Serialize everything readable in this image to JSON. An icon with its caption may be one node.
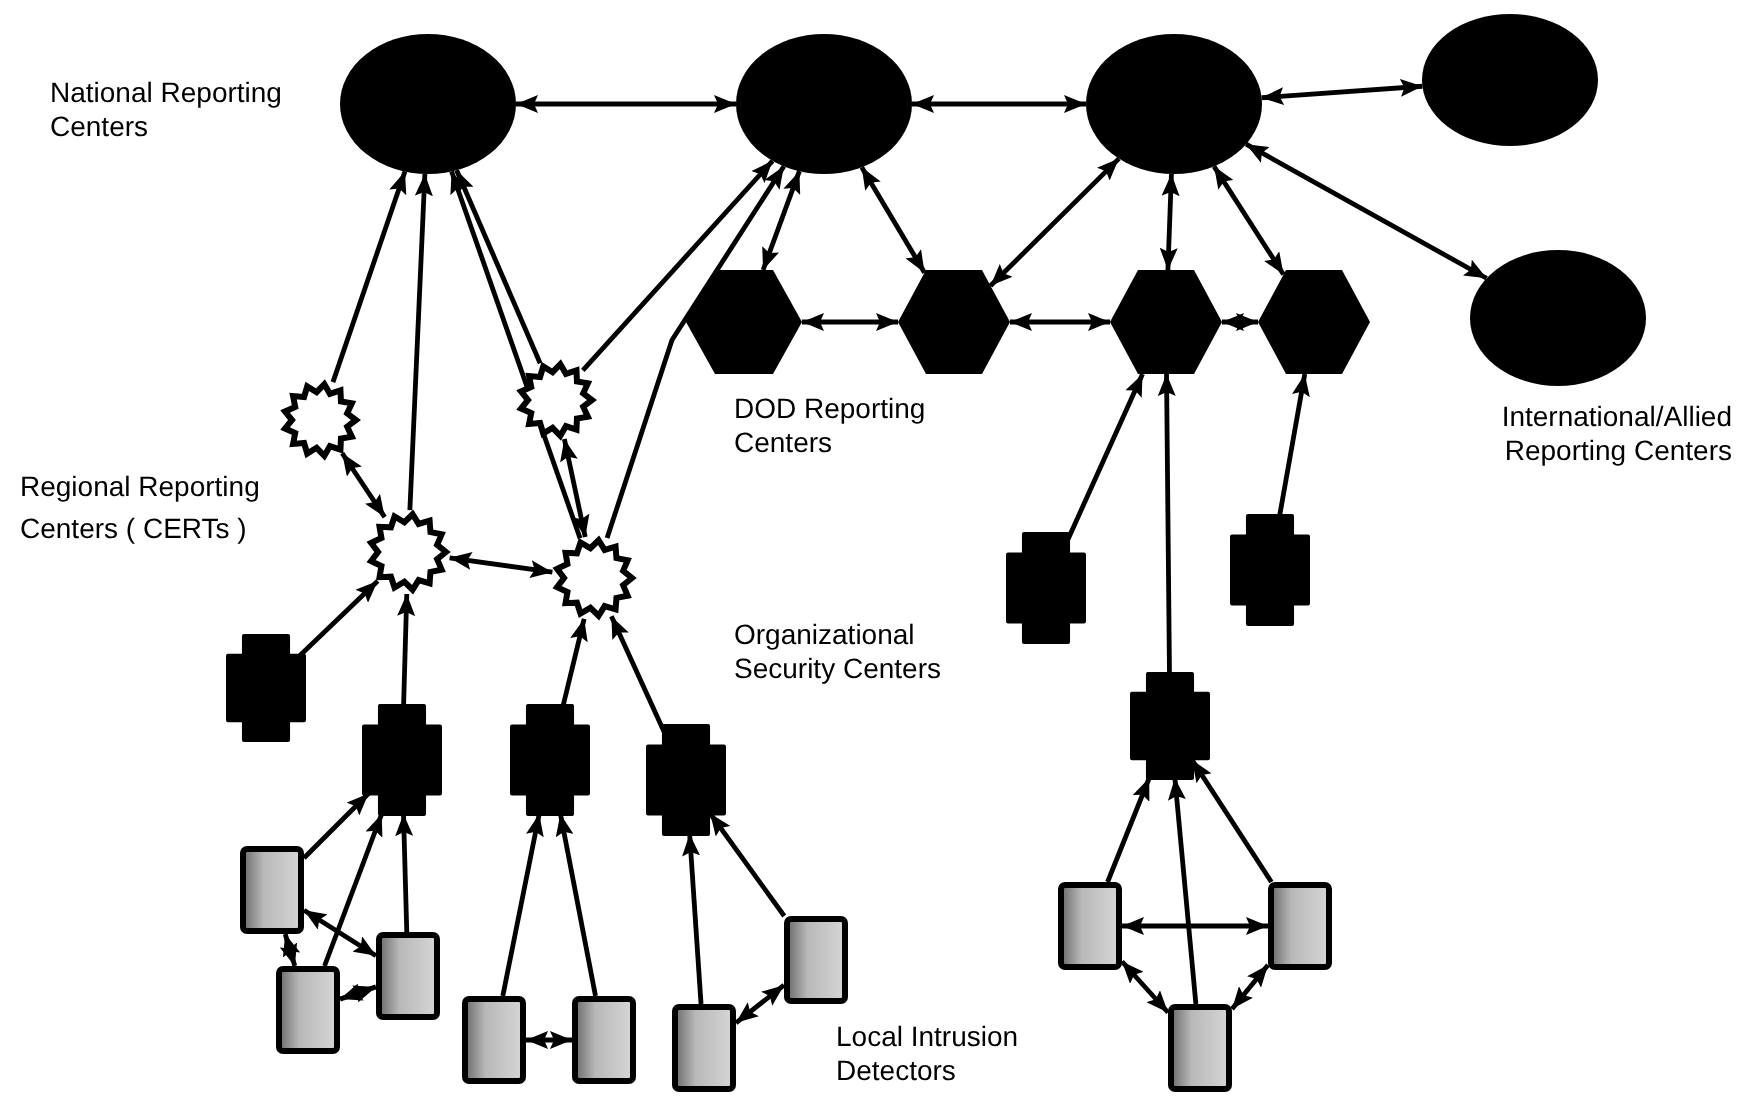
{
  "diagram": {
    "nodes": [
      {
        "text": [],
        "shape": "ellipse"
      },
      {
        "text": [],
        "shape": "ellipse"
      },
      {
        "text": [],
        "shape": "ellipse"
      },
      {
        "text": [],
        "shape": "ellipse"
      },
      {
        "text": [],
        "shape": "hexagon"
      },
      {
        "text": [],
        "shape": "hexagon"
      },
      {
        "text": [],
        "shape": "hexagon"
      },
      {
        "text": [],
        "shape": "hexagon"
      },
      {
        "text": [],
        "shape": "ellipse"
      },
      {
        "text": [],
        "shape": "star"
      },
      {
        "text": [],
        "shape": "star"
      },
      {
        "text": [],
        "shape": "star"
      },
      {
        "text": [],
        "shape": "star"
      },
      {
        "text": [],
        "shape": "cross"
      },
      {
        "text": [],
        "shape": "cross"
      },
      {
        "text": [],
        "shape": "cross"
      },
      {
        "text": [],
        "shape": "cross"
      },
      {
        "text": [],
        "shape": "cross"
      },
      {
        "text": [],
        "shape": "cross"
      },
      {
        "text": [],
        "shape": "cross"
      },
      {
        "text": [],
        "shape": "box"
      },
      {
        "text": [],
        "shape": "box"
      },
      {
        "text": [],
        "shape": "box"
      },
      {
        "text": [],
        "shape": "box"
      },
      {
        "text": [],
        "shape": "box"
      },
      {
        "text": [],
        "shape": "box"
      },
      {
        "text": [],
        "shape": "box"
      },
      {
        "text": [],
        "shape": "box"
      },
      {
        "text": [],
        "shape": "box"
      },
      {
        "text": [],
        "shape": "box"
      }
    ],
    "edges": [
      {
        "from": 0,
        "to": 1,
        "arrow": "both"
      },
      {
        "from": 1,
        "to": 2,
        "arrow": "both"
      },
      {
        "from": 2,
        "to": 3,
        "arrow": "both"
      },
      {
        "from": 2,
        "to": 8,
        "arrow": "both"
      },
      {
        "from": 1,
        "to": 4,
        "arrow": "both"
      },
      {
        "from": 1,
        "to": 5,
        "arrow": "both"
      },
      {
        "from": 5,
        "to": 2,
        "arrow": "both"
      },
      {
        "from": 2,
        "to": 6,
        "arrow": "both"
      },
      {
        "from": 2,
        "to": 7,
        "arrow": "both"
      },
      {
        "from": 4,
        "to": 5,
        "arrow": "both"
      },
      {
        "from": 5,
        "to": 6,
        "arrow": "both"
      },
      {
        "from": 6,
        "to": 7,
        "arrow": "both"
      },
      {
        "from": 10,
        "to": 0,
        "arrow": "to"
      },
      {
        "from": 11,
        "to": 0,
        "arrow": "to"
      },
      {
        "from": 12,
        "to": 0,
        "arrow": "to"
      },
      {
        "from": 9,
        "to": 0,
        "arrow": "to"
      },
      {
        "from": 9,
        "to": 1,
        "arrow": "to"
      },
      {
        "from": 12,
        "to": 1,
        "arrow": "to"
      },
      {
        "from": 10,
        "to": 11,
        "arrow": "both"
      },
      {
        "from": 9,
        "to": 12,
        "arrow": "both"
      },
      {
        "from": 11,
        "to": 12,
        "arrow": "both"
      },
      {
        "from": 15,
        "to": 11,
        "arrow": "to"
      },
      {
        "from": 17,
        "to": 11,
        "arrow": "to"
      },
      {
        "from": 18,
        "to": 12,
        "arrow": "to"
      },
      {
        "from": 19,
        "to": 12,
        "arrow": "to"
      },
      {
        "from": 14,
        "to": 6,
        "arrow": "to"
      },
      {
        "from": 16,
        "to": 6,
        "arrow": "to"
      },
      {
        "from": 13,
        "to": 7,
        "arrow": "to"
      },
      {
        "from": 20,
        "to": 17,
        "arrow": "to"
      },
      {
        "from": 20,
        "to": 24,
        "arrow": "both"
      },
      {
        "from": 20,
        "to": 25,
        "arrow": "both"
      },
      {
        "from": 25,
        "to": 17,
        "arrow": "to"
      },
      {
        "from": 25,
        "to": 24,
        "arrow": "both"
      },
      {
        "from": 24,
        "to": 17,
        "arrow": "to"
      },
      {
        "from": 26,
        "to": 18,
        "arrow": "to"
      },
      {
        "from": 27,
        "to": 18,
        "arrow": "to"
      },
      {
        "from": 26,
        "to": 27,
        "arrow": "both"
      },
      {
        "from": 28,
        "to": 19,
        "arrow": "to"
      },
      {
        "from": 23,
        "to": 19,
        "arrow": "to"
      },
      {
        "from": 28,
        "to": 23,
        "arrow": "both"
      },
      {
        "from": 21,
        "to": 16,
        "arrow": "to"
      },
      {
        "from": 29,
        "to": 16,
        "arrow": "to"
      },
      {
        "from": 22,
        "to": 16,
        "arrow": "to"
      },
      {
        "from": 21,
        "to": 22,
        "arrow": "both"
      },
      {
        "from": 21,
        "to": 29,
        "arrow": "both"
      },
      {
        "from": 22,
        "to": 29,
        "arrow": "both"
      }
    ],
    "labels": [
      "National Reporting Centers",
      "DOD Reporting Centers",
      "International/Allied Reporting Centers",
      "Regional Reporting Centers ( CERTs )",
      "Organizational Security Centers",
      "Local Intrusion Detectors"
    ]
  }
}
